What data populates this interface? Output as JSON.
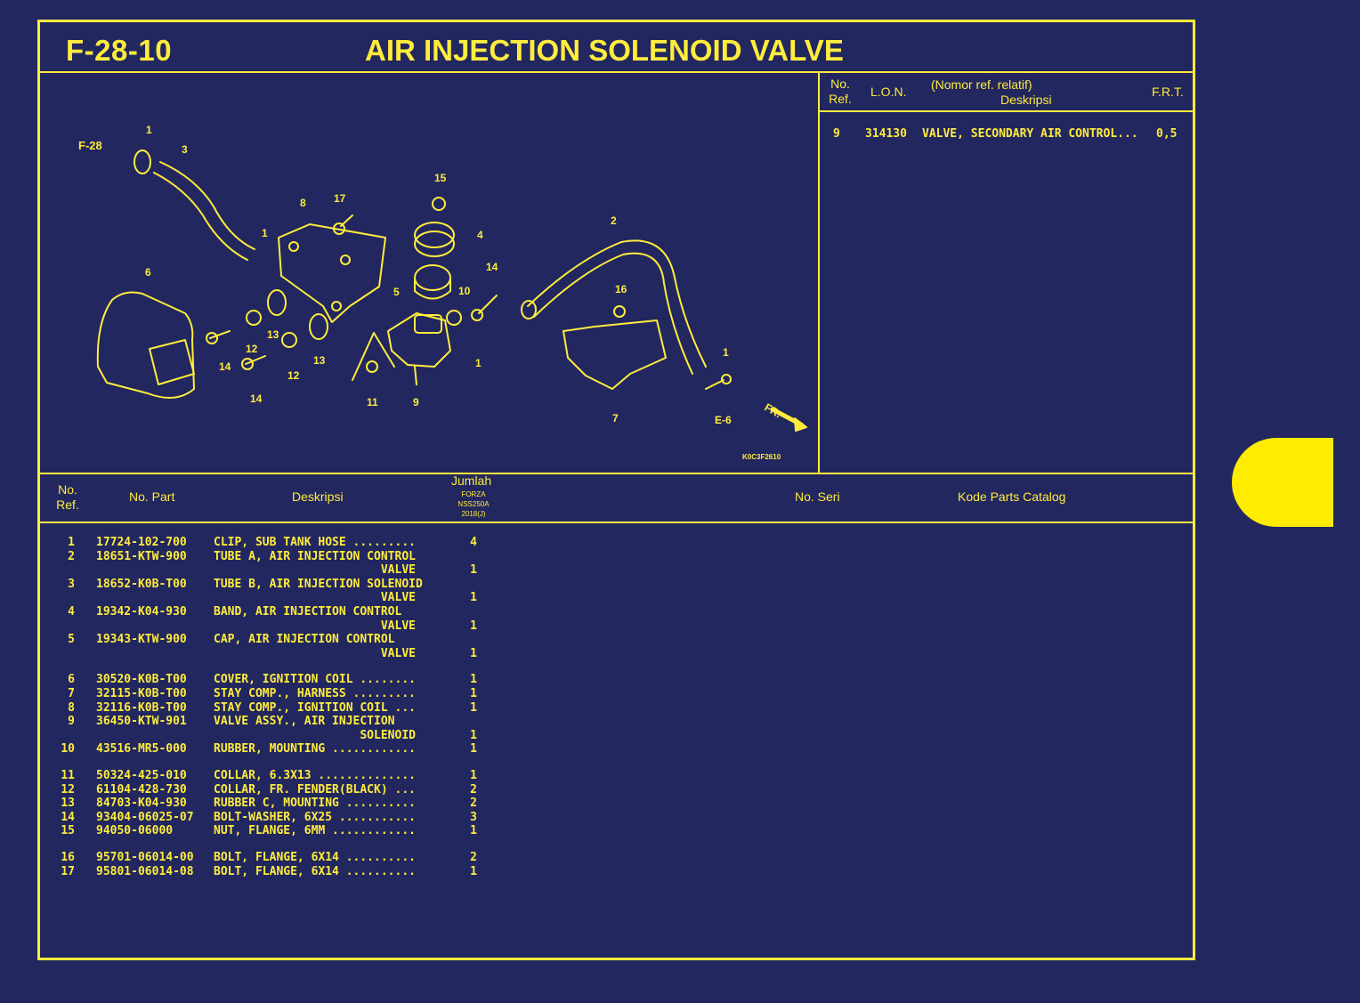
{
  "header": {
    "code": "F-28-10",
    "title": "AIR INJECTION SOLENOID VALVE"
  },
  "lon_table": {
    "headers": {
      "no_ref_1": "No.",
      "no_ref_2": "Ref.",
      "lon": "L.O.N.",
      "nomor_ref": "(Nomor ref. relatif)",
      "deskripsi": "Deskripsi",
      "frt": "F.R.T."
    },
    "row": {
      "ref": "9",
      "lon": "314130",
      "desc": "VALVE, SECONDARY AIR CONTROL...",
      "frt": "0,5"
    }
  },
  "diagram": {
    "labels": {
      "f28": "F-28",
      "e6": "E-6",
      "fr": "FR.",
      "code": "K0C3F2610"
    }
  },
  "parts_table": {
    "headers": {
      "no_ref_1": "No.",
      "no_ref_2": "Ref.",
      "no_part": "No. Part",
      "deskripsi": "Deskripsi",
      "jumlah": "Jumlah",
      "model_1": "FORZA",
      "model_2": "NSS250A",
      "model_3": "2018(J)",
      "no_seri": "No. Seri",
      "kode": "Kode Parts Catalog"
    },
    "rows": [
      {
        "ref": "1",
        "part": "17724-102-700",
        "desc": "CLIP, SUB TANK HOSE .........",
        "qty": "4"
      },
      {
        "ref": "2",
        "part": "18651-KTW-900",
        "desc": "TUBE A, AIR INJECTION CONTROL",
        "qty": ""
      },
      {
        "ref": "",
        "part": "",
        "desc": "                        VALVE",
        "qty": "1"
      },
      {
        "ref": "3",
        "part": "18652-K0B-T00",
        "desc": "TUBE B, AIR INJECTION SOLENOID",
        "qty": ""
      },
      {
        "ref": "",
        "part": "",
        "desc": "                        VALVE",
        "qty": "1"
      },
      {
        "ref": "4",
        "part": "19342-K04-930",
        "desc": "BAND, AIR INJECTION CONTROL",
        "qty": ""
      },
      {
        "ref": "",
        "part": "",
        "desc": "                        VALVE",
        "qty": "1"
      },
      {
        "ref": "5",
        "part": "19343-KTW-900",
        "desc": "CAP, AIR INJECTION CONTROL",
        "qty": ""
      },
      {
        "ref": "",
        "part": "",
        "desc": "                        VALVE",
        "qty": "1"
      },
      {
        "ref": "6",
        "part": "30520-K0B-T00",
        "desc": "COVER, IGNITION COIL ........",
        "qty": "1"
      },
      {
        "ref": "7",
        "part": "32115-K0B-T00",
        "desc": "STAY COMP., HARNESS .........",
        "qty": "1"
      },
      {
        "ref": "8",
        "part": "32116-K0B-T00",
        "desc": "STAY COMP., IGNITION COIL ...",
        "qty": "1"
      },
      {
        "ref": "9",
        "part": "36450-KTW-901",
        "desc": "VALVE ASSY., AIR INJECTION",
        "qty": ""
      },
      {
        "ref": "",
        "part": "",
        "desc": "                     SOLENOID",
        "qty": "1"
      },
      {
        "ref": "10",
        "part": "43516-MR5-000",
        "desc": "RUBBER, MOUNTING ............",
        "qty": "1"
      },
      {
        "ref": "11",
        "part": "50324-425-010",
        "desc": "COLLAR, 6.3X13 ..............",
        "qty": "1"
      },
      {
        "ref": "12",
        "part": "61104-428-730",
        "desc": "COLLAR, FR. FENDER(BLACK) ...",
        "qty": "2"
      },
      {
        "ref": "13",
        "part": "84703-K04-930",
        "desc": "RUBBER C, MOUNTING ..........",
        "qty": "2"
      },
      {
        "ref": "14",
        "part": "93404-06025-07",
        "desc": "BOLT-WASHER, 6X25 ...........",
        "qty": "3"
      },
      {
        "ref": "15",
        "part": "94050-06000",
        "desc": "NUT, FLANGE, 6MM ............",
        "qty": "1"
      },
      {
        "ref": "16",
        "part": "95701-06014-00",
        "desc": "BOLT, FLANGE, 6X14 ..........",
        "qty": "2"
      },
      {
        "ref": "17",
        "part": "95801-06014-08",
        "desc": "BOLT, FLANGE, 6X14 ..........",
        "qty": "1"
      }
    ]
  },
  "colors": {
    "background": "#22275f",
    "ink": "#ffec3d",
    "tab": "#ffec00"
  }
}
